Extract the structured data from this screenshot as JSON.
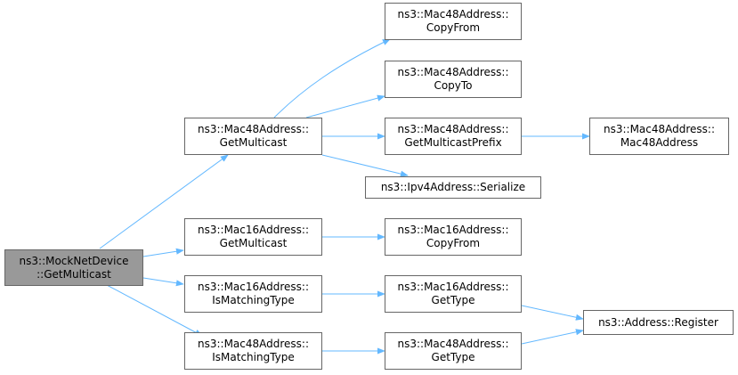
{
  "colors": {
    "edge": "#63b8ff",
    "node_border": "#666666",
    "root_fill": "#999999",
    "node_fill": "#ffffff"
  },
  "nodes": {
    "root": {
      "line1": "ns3::MockNetDevice",
      "line2": "::GetMulticast"
    },
    "m48_getmc": {
      "line1": "ns3::Mac48Address::",
      "line2": "GetMulticast"
    },
    "m16_getmc": {
      "line1": "ns3::Mac16Address::",
      "line2": "GetMulticast"
    },
    "m16_ismt": {
      "line1": "ns3::Mac16Address::",
      "line2": "IsMatchingType"
    },
    "m48_ismt": {
      "line1": "ns3::Mac48Address::",
      "line2": "IsMatchingType"
    },
    "m48_copyfrom": {
      "line1": "ns3::Mac48Address::",
      "line2": "CopyFrom"
    },
    "m48_copyto": {
      "line1": "ns3::Mac48Address::",
      "line2": "CopyTo"
    },
    "m48_prefix": {
      "line1": "ns3::Mac48Address::",
      "line2": "GetMulticastPrefix"
    },
    "ipv4_ser": {
      "line1": "ns3::Ipv4Address::Serialize",
      "line2": ""
    },
    "m16_copyfrom": {
      "line1": "ns3::Mac16Address::",
      "line2": "CopyFrom"
    },
    "m16_gettype": {
      "line1": "ns3::Mac16Address::",
      "line2": "GetType"
    },
    "m48_gettype": {
      "line1": "ns3::Mac48Address::",
      "line2": "GetType"
    },
    "m48_ctor": {
      "line1": "ns3::Mac48Address::",
      "line2": "Mac48Address"
    },
    "addr_reg": {
      "line1": "ns3::Address::Register",
      "line2": ""
    }
  }
}
